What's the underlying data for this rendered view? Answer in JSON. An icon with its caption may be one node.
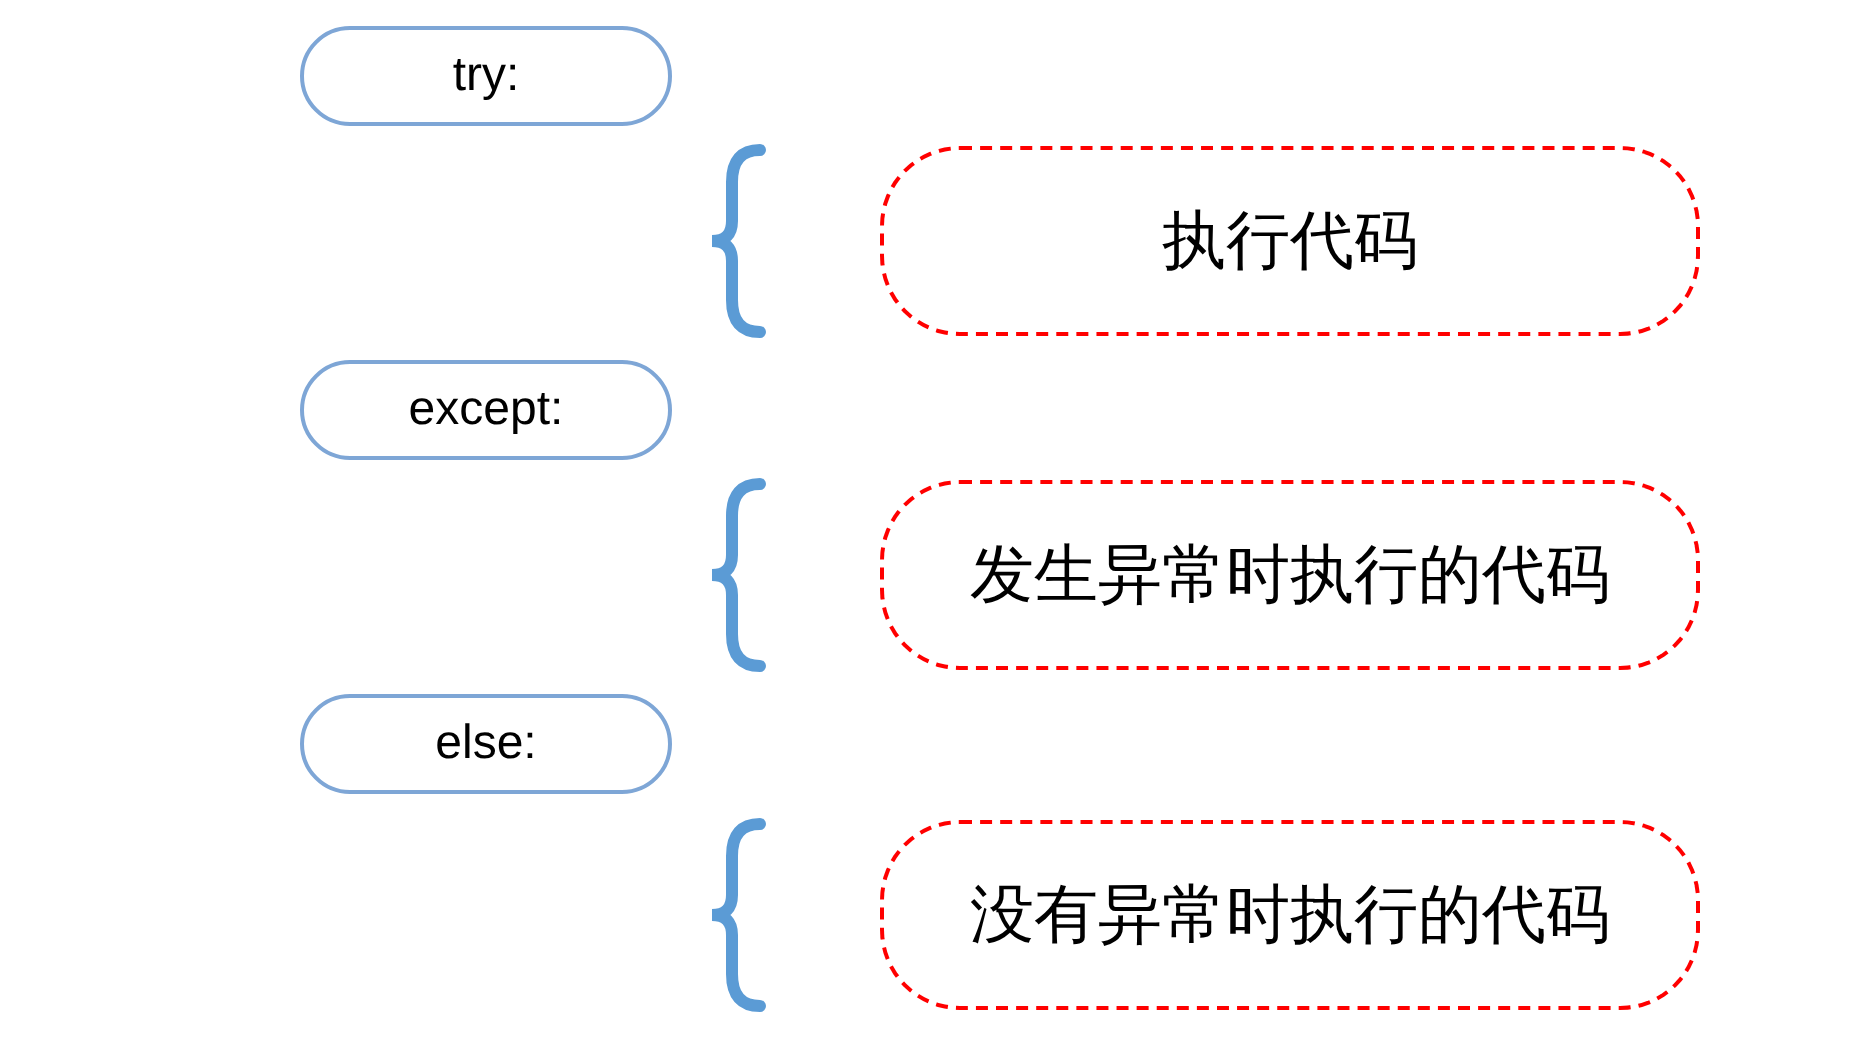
{
  "diagram": {
    "nodes": [
      {
        "text": [
          "try:"
        ]
      },
      {
        "text": [
          "执行代码"
        ]
      },
      {
        "text": [
          "except:"
        ]
      },
      {
        "text": [
          "发生异常时执行的代码"
        ]
      },
      {
        "text": [
          "else:"
        ]
      },
      {
        "text": [
          "没有异常时执行的代码"
        ]
      }
    ]
  }
}
